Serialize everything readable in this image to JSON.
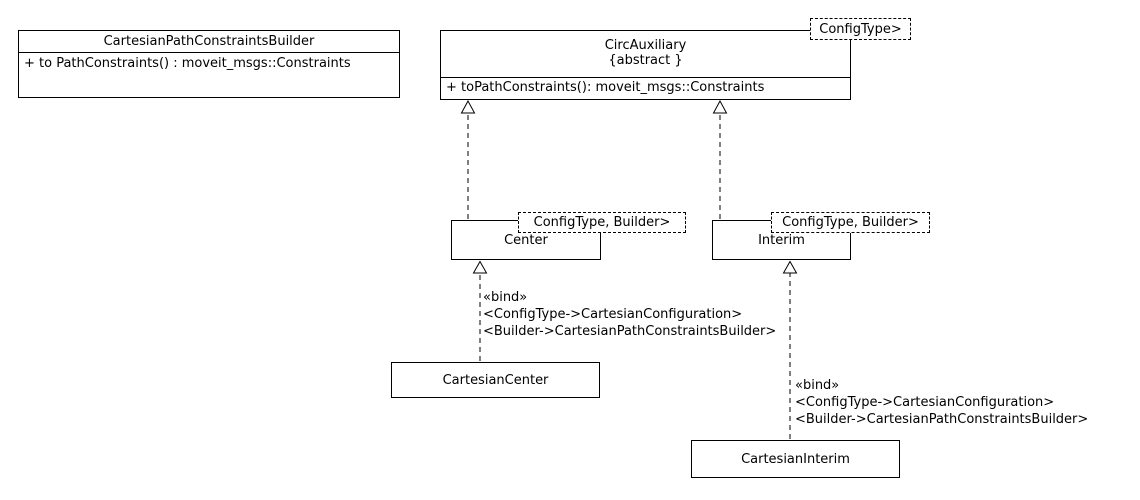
{
  "diagram": {
    "kind": "uml-class-diagram",
    "background_color": "#ffffff",
    "line_color": "#000000",
    "classes": {
      "builder": {
        "name": "CartesianPathConstraintsBuilder",
        "method": "+ to PathConstraints() : moveit_msgs::Constraints"
      },
      "circ_auxiliary": {
        "name": "CircAuxiliary",
        "stereotype": "{abstract }",
        "template_params": "ConfigType>",
        "method": "+ toPathConstraints(): moveit_msgs::Constraints"
      },
      "center": {
        "name": "Center",
        "template_params": "ConfigType, Builder>"
      },
      "interim": {
        "name": "Interim",
        "template_params": "ConfigType, Builder>"
      },
      "cartesian_center": {
        "name": "CartesianCenter"
      },
      "cartesian_interim": {
        "name": "CartesianInterim"
      }
    },
    "bind_label_center": {
      "stereotype": "«bind»",
      "config_type_line": "<ConfigType->CartesianConfiguration>",
      "builder_line": "<Builder->CartesianPathConstraintsBuilder>"
    },
    "bind_label_interim": {
      "stereotype": "«bind»",
      "config_type_line": "<ConfigType->CartesianConfiguration>",
      "builder_line": "<Builder->CartesianPathConstraintsBuilder>"
    }
  }
}
